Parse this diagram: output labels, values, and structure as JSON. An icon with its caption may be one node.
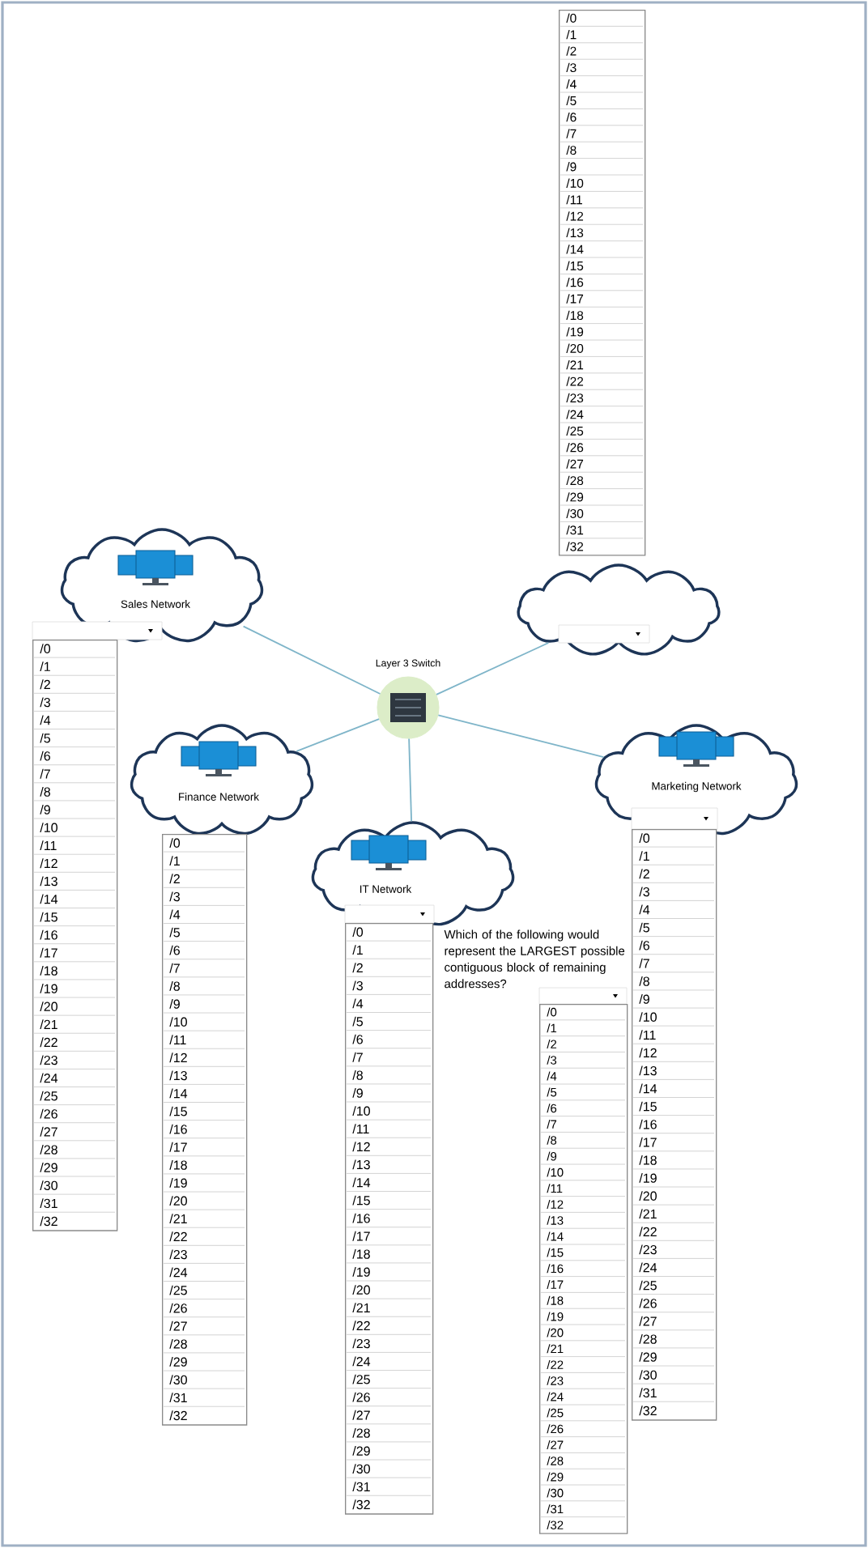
{
  "diagram": {
    "nodes": [
      {
        "text": [
          "/0",
          "/1",
          "/2",
          "/3",
          "/4",
          "/5",
          "/6",
          "/7",
          "/8",
          "/9",
          "/10",
          "/11",
          "/12",
          "/13",
          "/14",
          "/15",
          "/16",
          "/17",
          "/18",
          "/19",
          "/20",
          "/21",
          "/22",
          "/23",
          "/24",
          "/25",
          "/26",
          "/27",
          "/28",
          "/29",
          "/30",
          "/31",
          "/32"
        ]
      },
      {
        "text": [],
        "shape": "cloud"
      },
      {
        "text": [
          "Sales Network"
        ]
      },
      {
        "text": [
          "/0",
          "/1",
          "/2",
          "/3",
          "/4",
          "/5",
          "/6",
          "/7",
          "/8",
          "/9",
          "/10",
          "/11",
          "/12",
          "/13",
          "/14",
          "/15",
          "/16",
          "/17",
          "/18",
          "/19",
          "/20",
          "/21",
          "/22",
          "/23",
          "/24",
          "/25",
          "/26",
          "/27",
          "/28",
          "/29",
          "/30",
          "/31",
          "/32"
        ]
      },
      {
        "text": [
          "Layer 3 Switch"
        ]
      },
      {
        "text": [
          "Finance Network"
        ]
      },
      {
        "text": [
          "/0",
          "/1",
          "/2",
          "/3",
          "/4",
          "/5",
          "/6",
          "/7",
          "/8",
          "/9",
          "/10",
          "/11",
          "/12",
          "/13",
          "/14",
          "/15",
          "/16",
          "/17",
          "/18",
          "/19",
          "/20",
          "/21",
          "/22",
          "/23",
          "/24",
          "/25",
          "/26",
          "/27",
          "/28",
          "/29",
          "/30",
          "/31",
          "/32"
        ]
      },
      {
        "text": [
          "Marketing Network"
        ]
      },
      {
        "text": [
          "/0",
          "/1",
          "/2",
          "/3",
          "/4",
          "/5",
          "/6",
          "/7",
          "/8",
          "/9",
          "/10",
          "/11",
          "/12",
          "/13",
          "/14",
          "/15",
          "/16",
          "/17",
          "/18",
          "/19",
          "/20",
          "/21",
          "/22",
          "/23",
          "/24",
          "/25",
          "/26",
          "/27",
          "/28",
          "/29",
          "/30",
          "/31",
          "/32"
        ]
      },
      {
        "text": [
          "IT Network"
        ]
      },
      {
        "text": [
          "/0",
          "/1",
          "/2",
          "/3",
          "/4",
          "/5",
          "/6",
          "/7",
          "/8",
          "/9",
          "/10",
          "/11",
          "/12",
          "/13",
          "/14",
          "/15",
          "/16",
          "/17",
          "/18",
          "/19",
          "/20",
          "/21",
          "/22",
          "/23",
          "/24",
          "/25",
          "/26",
          "/27",
          "/28",
          "/29",
          "/30",
          "/31",
          "/32"
        ]
      },
      {
        "text": [
          "/0",
          "/1",
          "/2",
          "/3",
          "/4",
          "/5",
          "/6",
          "/7",
          "/8",
          "/9",
          "/10",
          "/11",
          "/12",
          "/13",
          "/14",
          "/15",
          "/16",
          "/17",
          "/18",
          "/19",
          "/20",
          "/21",
          "/22",
          "/23",
          "/24",
          "/25",
          "/26",
          "/27",
          "/28",
          "/29",
          "/30",
          "/31",
          "/32"
        ]
      }
    ],
    "edges": [
      {
        "from": 4,
        "to": 2,
        "arrow": "none"
      },
      {
        "from": 4,
        "to": 5,
        "arrow": "none"
      },
      {
        "from": 4,
        "to": 9,
        "arrow": "none"
      },
      {
        "from": 4,
        "to": 7,
        "arrow": "none"
      },
      {
        "from": 4,
        "to": 1,
        "arrow": "none"
      }
    ],
    "labels": [
      "Which of the following would represent the LARGEST possible contiguous block of remaining addresses?"
    ]
  }
}
